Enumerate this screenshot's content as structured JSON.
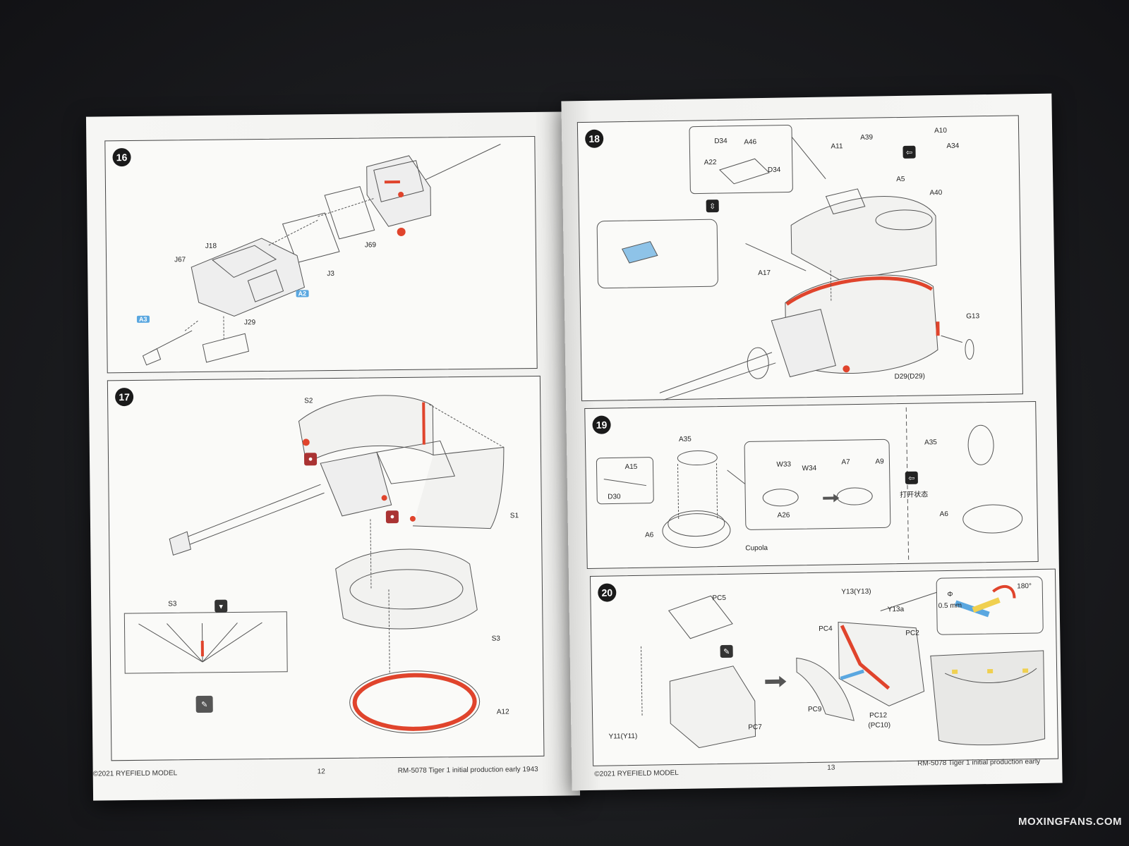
{
  "left_page": {
    "footer": {
      "copyright": "©2021 RYEFIELD MODEL",
      "page_number": "12",
      "product": "RM-5078  Tiger 1 initial production early 1943"
    },
    "step16": {
      "number": "16",
      "labels": [
        "J67",
        "J18",
        "J3",
        "J69",
        "J29"
      ],
      "blue_labels": [
        "A3",
        "A2"
      ]
    },
    "step17": {
      "number": "17",
      "labels": [
        "S2",
        "S1",
        "S3",
        "S3",
        "A12"
      ]
    }
  },
  "right_page": {
    "footer": {
      "copyright": "©2021 RYEFIELD MODEL",
      "page_number": "13",
      "product": "RM-5078  Tiger 1 initial production early"
    },
    "step18": {
      "number": "18",
      "labels": [
        "D34",
        "A46",
        "A22",
        "D34",
        "A11",
        "A39",
        "A10",
        "A34",
        "A5",
        "A40",
        "A17",
        "G13",
        "D29(D29)"
      ]
    },
    "step19": {
      "number": "19",
      "labels": [
        "A35",
        "A15",
        "D30",
        "W33",
        "W34",
        "A7",
        "A9",
        "A26",
        "A6",
        "Cupola",
        "A35",
        "A6"
      ],
      "open_state_label": "打开状态"
    },
    "step20": {
      "number": "20",
      "labels": [
        "PC5",
        "Y13(Y13)",
        "Y13a",
        "PC4",
        "PC2",
        "PC9",
        "PC12",
        "(PC10)",
        "PC7",
        "Y11(Y11)"
      ],
      "diameter_symbol": "Φ",
      "diameter_value": "0.5 mm",
      "rotation": "180°"
    }
  },
  "watermark": "MOXINGFANS.COM",
  "colors": {
    "accent_red": "#e0442c",
    "accent_blue": "#5aa7e0",
    "paper": "#f6f6f4",
    "line": "#555555"
  }
}
